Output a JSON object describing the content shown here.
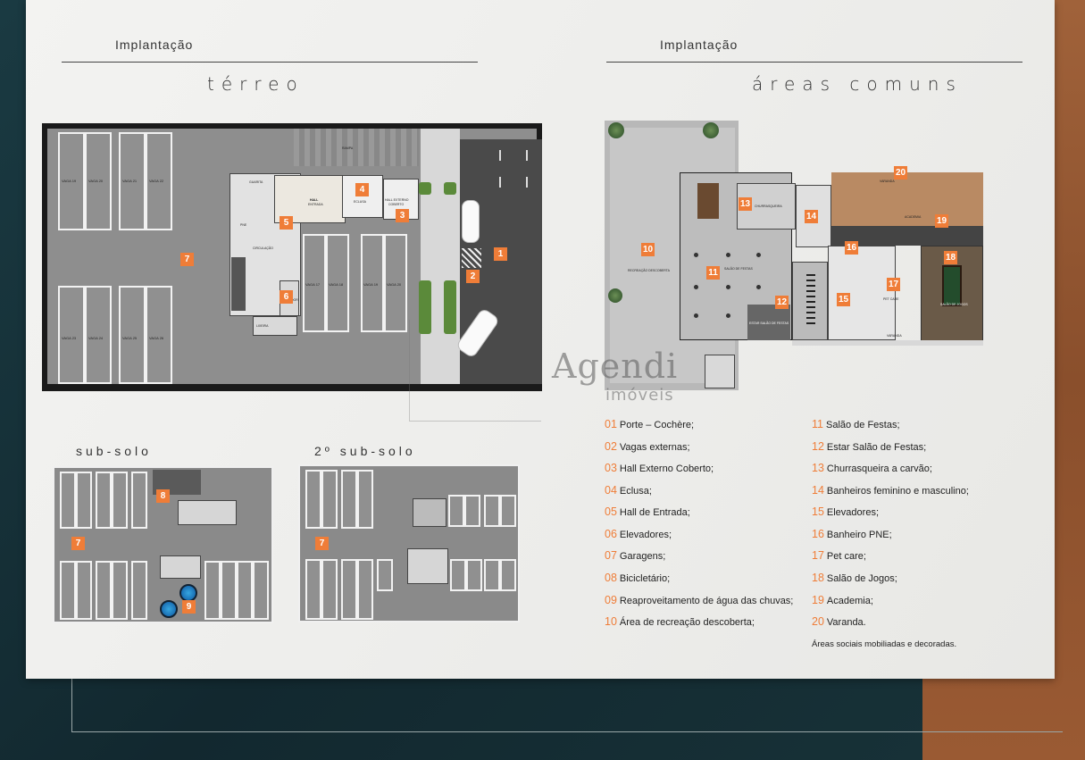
{
  "headers": {
    "left_label": "Implantação",
    "left_title": "térreo",
    "right_label": "Implantação",
    "right_title": "áreas comuns",
    "subsolo_title": "sub-solo",
    "subsolo2_title": "2º sub-solo"
  },
  "terreo": {
    "tags": [
      "7",
      "5",
      "4",
      "3",
      "6",
      "1",
      "2"
    ],
    "labels": {
      "hall": "HALL",
      "hall_sub": "ENTRADA",
      "eclusa": "ECLUSA",
      "hall_externo": "HALL EXTERNO",
      "coberto": "COBERTO",
      "circulacao": "CIRCULAÇÃO",
      "guarita": "GUARITA",
      "pne": "PNE",
      "elevador": "ELEVADOR",
      "rampa": "RAMPA",
      "lixo": "LIXEIRA"
    },
    "vagas_top": [
      "VAGA 19",
      "VAGA 20",
      "VAGA 21",
      "VAGA 22"
    ],
    "vagas_bottom": [
      "VAGA 23",
      "VAGA 24",
      "VAGA 25",
      "VAGA 26"
    ],
    "vagas_mid": [
      "VAGA 17",
      "VAGA 18",
      "VAGA 19",
      "VAGA 20"
    ]
  },
  "comuns": {
    "tags": [
      "20",
      "13",
      "14",
      "19",
      "10",
      "16",
      "18",
      "11",
      "17",
      "12",
      "15"
    ],
    "labels": {
      "churrasqueira": "CHURRASQUEIRA",
      "salao_festas": "SALÃO DE FESTAS",
      "recreacao": "RECREAÇÃO DESCOBERTA",
      "varanda": "VARANDA",
      "academia": "ACADEMIA",
      "salao_jogos": "SALÃO DE JOGOS",
      "pet_care": "PET CARE",
      "estar": "ESTAR SALÃO DE FESTAS"
    }
  },
  "subsolo": {
    "tags": [
      "8",
      "7",
      "9"
    ]
  },
  "subsolo2": {
    "tags": [
      "7"
    ]
  },
  "legend": {
    "left": [
      {
        "n": "01",
        "t": "Porte – Cochère;"
      },
      {
        "n": "02",
        "t": "Vagas externas;"
      },
      {
        "n": "03",
        "t": "Hall Externo Coberto;"
      },
      {
        "n": "04",
        "t": "Eclusa;"
      },
      {
        "n": "05",
        "t": "Hall de Entrada;"
      },
      {
        "n": "06",
        "t": "Elevadores;"
      },
      {
        "n": "07",
        "t": "Garagens;"
      },
      {
        "n": "08",
        "t": "Bicicletário;"
      },
      {
        "n": "09",
        "t": "Reaproveitamento de água das chuvas;"
      },
      {
        "n": "10",
        "t": "Área de recreação descoberta;"
      }
    ],
    "right": [
      {
        "n": "11",
        "t": "Salão de Festas;"
      },
      {
        "n": "12",
        "t": "Estar Salão de Festas;"
      },
      {
        "n": "13",
        "t": "Churrasqueira a carvão;"
      },
      {
        "n": "14",
        "t": "Banheiros feminino e masculino;"
      },
      {
        "n": "15",
        "t": "Elevadores;"
      },
      {
        "n": "16",
        "t": "Banheiro PNE;"
      },
      {
        "n": "17",
        "t": "Pet care;"
      },
      {
        "n": "18",
        "t": "Salão de Jogos;"
      },
      {
        "n": "19",
        "t": "Academia;"
      },
      {
        "n": "20",
        "t": "Varanda."
      }
    ],
    "footnote": "Áreas sociais mobiliadas e decoradas."
  },
  "watermark": {
    "name": "Agendi",
    "sub": "imóveis"
  },
  "colors": {
    "accent": "#ef7d38",
    "paper": "#f0f0ee",
    "dark_bg": "#163038",
    "copper": "#9a5a33"
  }
}
